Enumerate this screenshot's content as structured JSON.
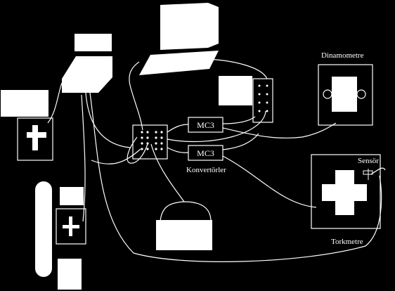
{
  "labels": {
    "dynamometer": "Dinamometre",
    "converter_1": "MC3",
    "converter_2": "MC3",
    "converters": "Konvertörler",
    "sensor": "Sensör",
    "torquemeter": "Torkmetre"
  }
}
